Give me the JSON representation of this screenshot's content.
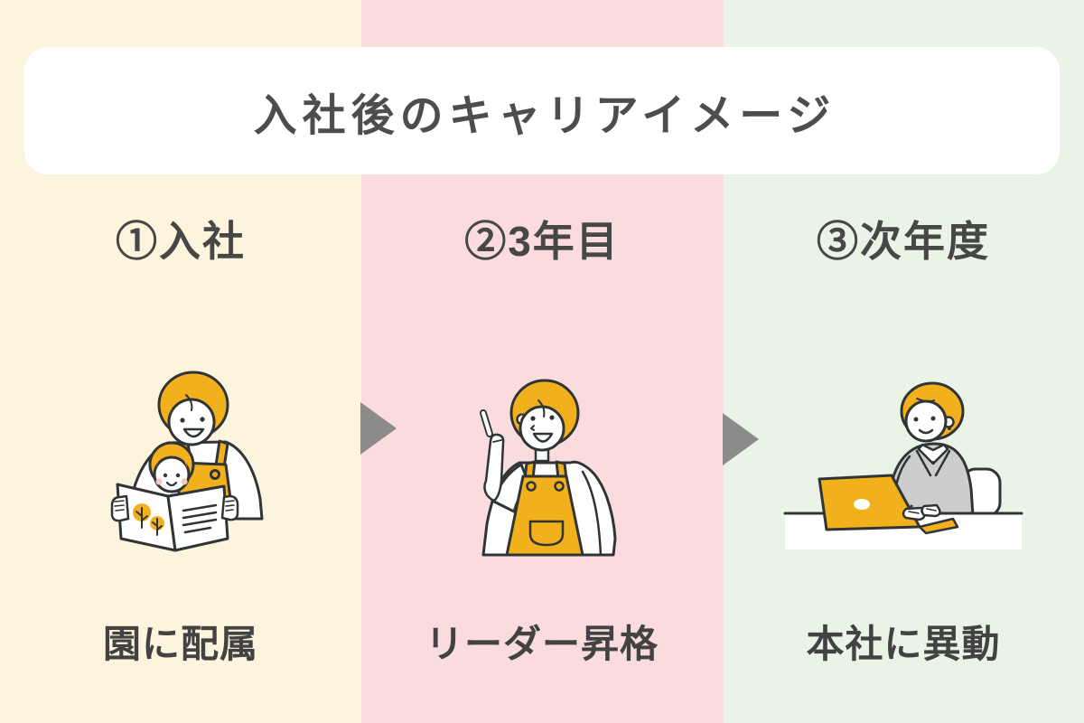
{
  "title": "入社後のキャリアイメージ",
  "columns": [
    {
      "step": "①入社",
      "caption": "園に配属",
      "bg_color": "#FCF4DC",
      "illustration": "teacher-with-child-reading-picture-book-icon"
    },
    {
      "step": "②3年目",
      "caption": "リーダー昇格",
      "bg_color": "#FADCDE",
      "illustration": "teacher-pointing-up-icon"
    },
    {
      "step": "③次年度",
      "caption": "本社に異動",
      "bg_color": "#E9F4E6",
      "illustration": "office-worker-typing-on-laptop-icon"
    }
  ],
  "arrows": [
    {
      "name": "flow-arrow-1",
      "direction": "right",
      "color": "#8B8B8B"
    },
    {
      "name": "flow-arrow-2",
      "direction": "right",
      "color": "#8B8B8B"
    }
  ],
  "colors": {
    "banner_bg": "#FFFFFF",
    "title_text": "#4D4D4D",
    "body_text": "#474747",
    "accent_yellow": "#F2B11C",
    "outline": "#2F3437",
    "suit_gray": "#CDCDCD",
    "blush_pink": "#F8C7C0",
    "arrow_gray": "#8B8B8B"
  }
}
